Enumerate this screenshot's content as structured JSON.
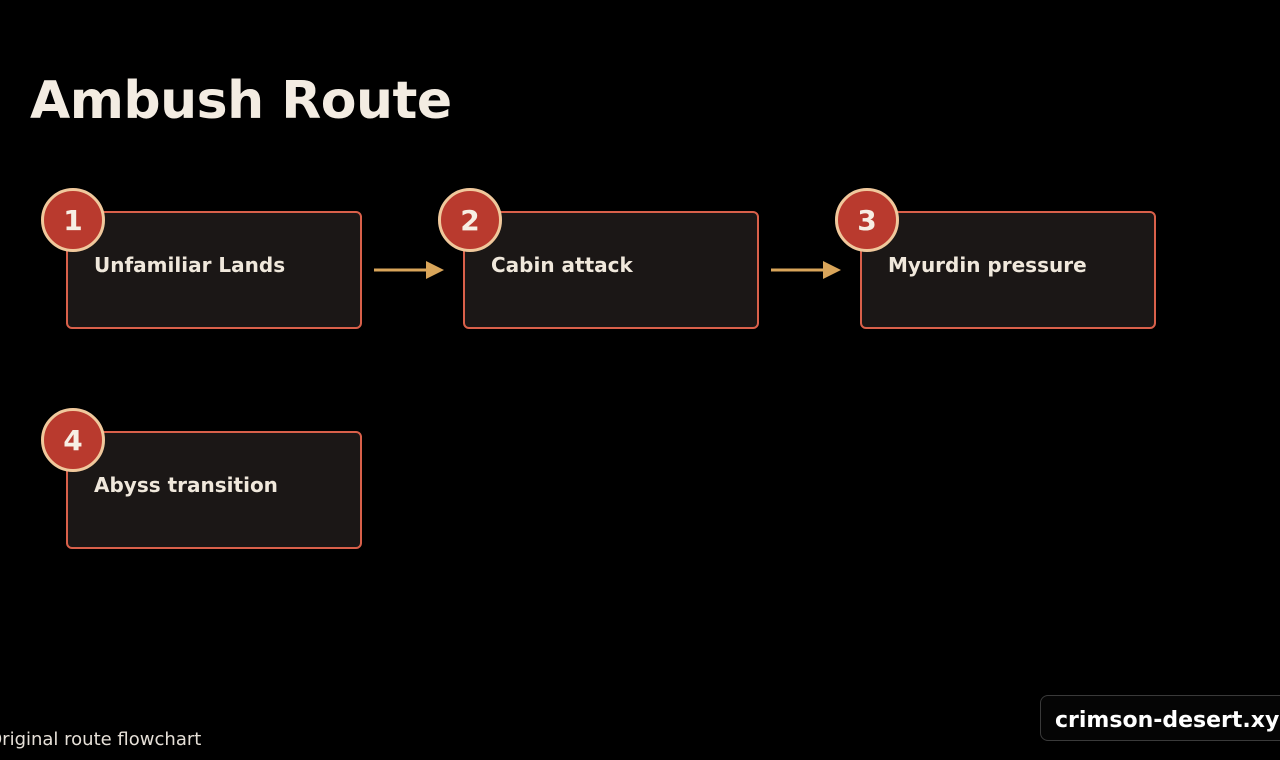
{
  "title": "Ambush Route",
  "steps": [
    {
      "number": "1",
      "label": "Unfamiliar Lands"
    },
    {
      "number": "2",
      "label": "Cabin attack"
    },
    {
      "number": "3",
      "label": "Myurdin pressure"
    },
    {
      "number": "4",
      "label": "Abyss transition"
    }
  ],
  "caption": "Original route flowchart",
  "watermark": "crimson-desert.xyz",
  "colors": {
    "background": "#000000",
    "box_fill": "#1b1716",
    "box_border": "#d9604a",
    "badge_fill": "#b93a2e",
    "badge_border": "#f0c89c",
    "arrow": "#d9a55a",
    "text": "#f0e8dc"
  }
}
